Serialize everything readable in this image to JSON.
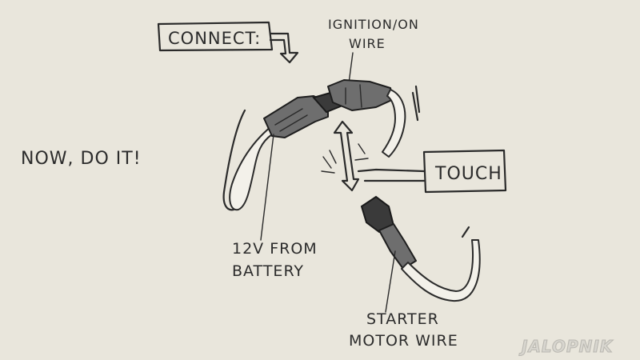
{
  "labels": {
    "connect": "CONNECT:",
    "ignition_line1": "IGNITION/ON",
    "ignition_line2": "WIRE",
    "now_do_it": "NOW, DO IT!",
    "touch": "TOUCH",
    "battery_line1": "12V FROM",
    "battery_line2": "BATTERY",
    "starter_line1": "STARTER",
    "starter_line2": "MOTOR WIRE"
  },
  "watermark": "JALOPNIK",
  "colors": {
    "paper": "#e9e6dc",
    "ink": "#2a2a2a",
    "boot": "#6e6e6e"
  }
}
